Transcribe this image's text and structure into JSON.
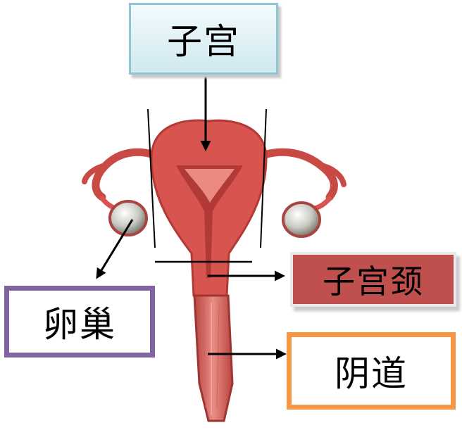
{
  "labels": {
    "uterus": "子宫",
    "cervix": "子宫颈",
    "ovary": "卵巢",
    "vagina": "阴道"
  },
  "colors": {
    "uterus_box_border": "#8fc6d2",
    "cervix_box_fill": "#c0504d",
    "ovary_box_border": "#8064a2",
    "vagina_box_border": "#f79646",
    "tissue": "#d8544e",
    "tissue_dark": "#b23a36",
    "tissue_light": "#ea8a80"
  }
}
